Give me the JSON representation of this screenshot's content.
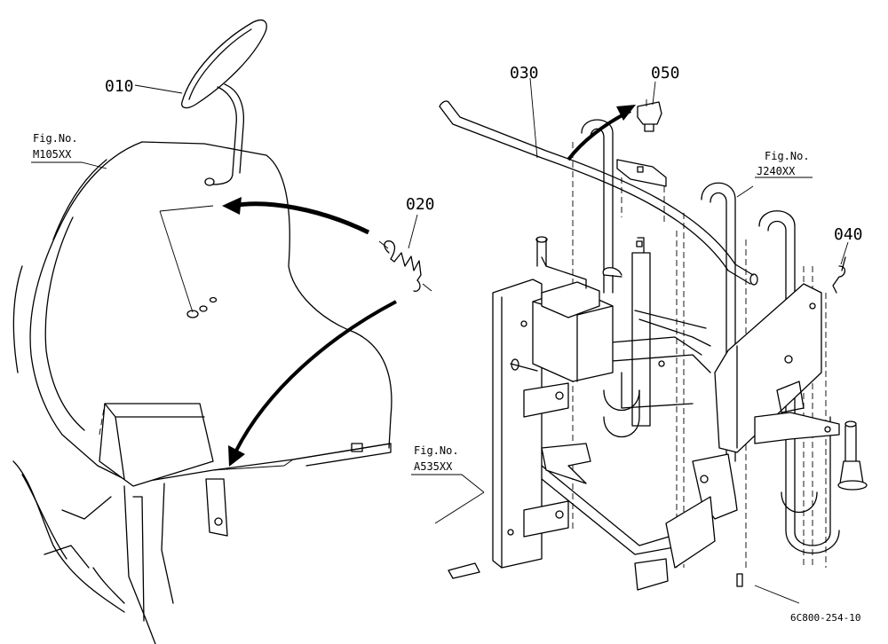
{
  "parts": [
    {
      "id": "part-010",
      "number": "010"
    },
    {
      "id": "part-020",
      "number": "020"
    },
    {
      "id": "part-030",
      "number": "030"
    },
    {
      "id": "part-040",
      "number": "040"
    },
    {
      "id": "part-050",
      "number": "050"
    }
  ],
  "figure_refs": [
    {
      "label": "Fig.No.",
      "code": "M105XX"
    },
    {
      "label": "Fig.No.",
      "code": "J240XX"
    },
    {
      "label": "Fig.No.",
      "code": "A535XX"
    }
  ],
  "drawing_code": "6C800-254-10"
}
